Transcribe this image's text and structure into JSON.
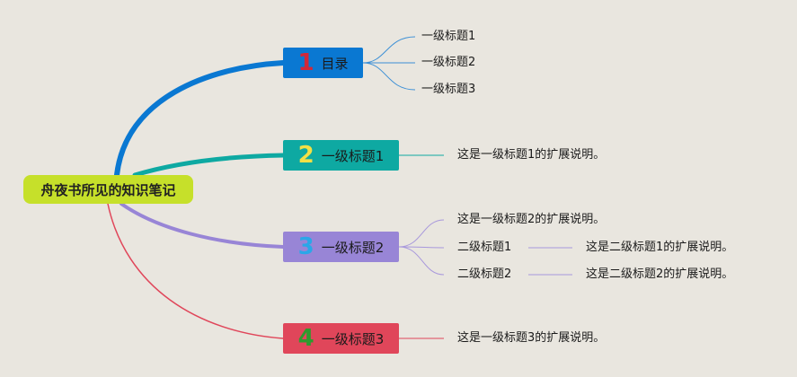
{
  "root": {
    "label": "舟夜书所见的知识笔记"
  },
  "branches": [
    {
      "num": "1",
      "label": "目录",
      "color": "#0a78d2",
      "num_color": "#d2283a",
      "children": [
        {
          "label": "一级标题1"
        },
        {
          "label": "一级标题2"
        },
        {
          "label": "一级标题3"
        }
      ]
    },
    {
      "num": "2",
      "label": "一级标题1",
      "color": "#0ea9a2",
      "num_color": "#f2e046",
      "children": [
        {
          "label": "这是一级标题1的扩展说明。"
        }
      ]
    },
    {
      "num": "3",
      "label": "一级标题2",
      "color": "#9885d6",
      "num_color": "#2aa7e8",
      "children": [
        {
          "label": "这是一级标题2的扩展说明。"
        },
        {
          "label": "二级标题1",
          "note": "这是二级标题1的扩展说明。"
        },
        {
          "label": "二级标题2",
          "note": "这是二级标题2的扩展说明。"
        }
      ]
    },
    {
      "num": "4",
      "label": "一级标题3",
      "color": "#e0465a",
      "num_color": "#2e9a2e",
      "children": [
        {
          "label": "这是一级标题3的扩展说明。"
        }
      ]
    }
  ]
}
